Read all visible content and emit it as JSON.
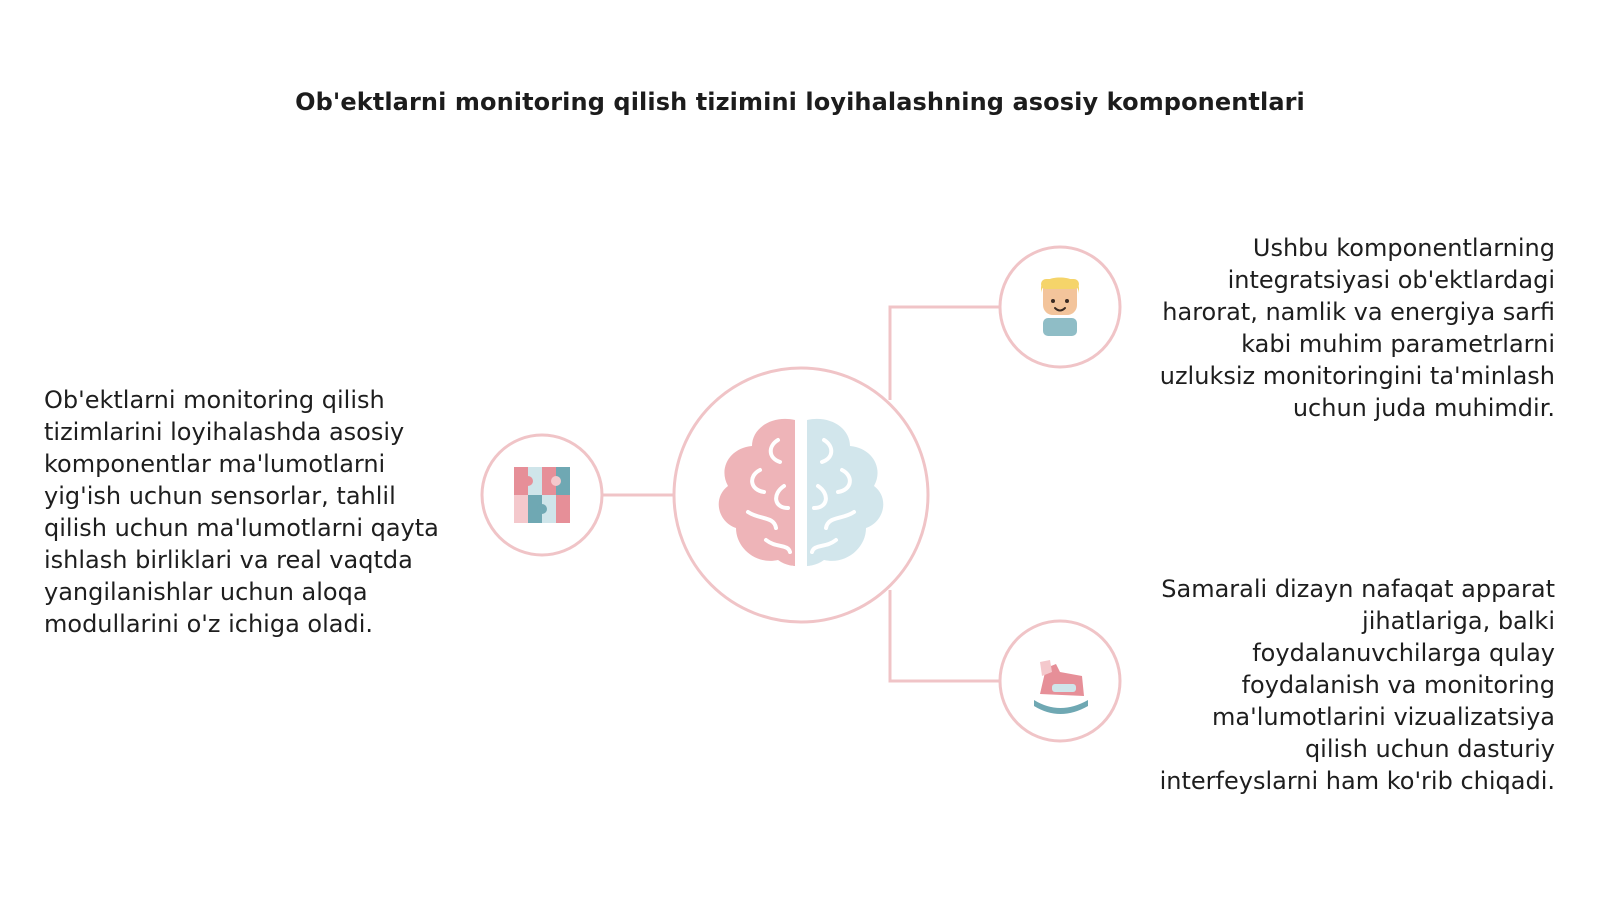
{
  "title": "Ob'ektlarni monitoring qilish tizimini loyihalashning asosiy komponentlari",
  "nodes": {
    "center": {
      "icon": "brain-icon"
    },
    "left": {
      "icon": "puzzle-icon",
      "text": "Ob'ektlarni monitoring qilish tizimlarini loyihalashda asosiy komponentlar ma'lumotlarni yig'ish uchun sensorlar, tahlil qilish uchun ma'lumotlarni qayta ishlash birliklari va real vaqtda yangilanishlar uchun aloqa modullarini o'z ichiga oladi."
    },
    "top_right": {
      "icon": "child-face-icon",
      "text": "Ushbu komponentlarning integratsiyasi ob'ektlardagi harorat, namlik va energiya sarfi kabi muhim parametrlarni uzluksiz monitoringini ta'minlash uchun juda muhimdir."
    },
    "bottom_right": {
      "icon": "rocking-horse-icon",
      "text": "Samarali dizayn nafaqat apparat jihatlariga, balki foydalanuvchilarga qulay foydalanish va monitoring ma'lumotlarini vizualizatsiya qilish uchun dasturiy interfeyslarni ham ko'rib chiqadi."
    }
  },
  "colors": {
    "ring": "#f0c4c7",
    "connector": "#f0c4c7",
    "brain_left": "#eeb4b8",
    "brain_right": "#d2e6ec",
    "accent_teal": "#6fa8b3",
    "accent_pink": "#e68f98"
  }
}
